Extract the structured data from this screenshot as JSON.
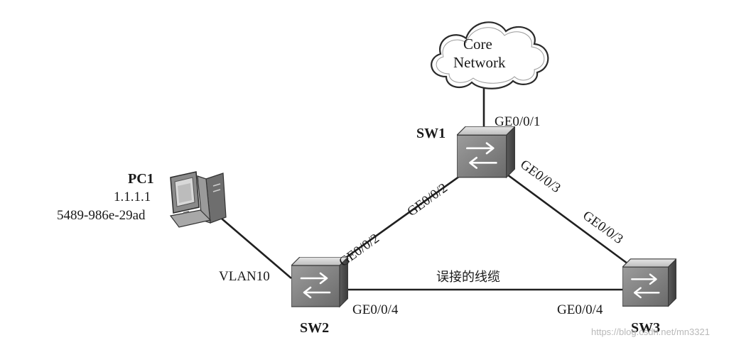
{
  "cloud": {
    "line1": "Core",
    "line2": "Network"
  },
  "devices": {
    "sw1": {
      "name": "SW1"
    },
    "sw2": {
      "name": "SW2"
    },
    "sw3": {
      "name": "SW3"
    },
    "pc1": {
      "name": "PC1",
      "ip": "1.1.1.1",
      "mac": "5489-986e-29ad"
    }
  },
  "ports": {
    "sw1_up": "GE0/0/1",
    "sw1_left": "GE0/0/2",
    "sw1_right": "GE0/0/3",
    "sw2_up": "GE0/0/2",
    "sw2_right": "GE0/0/4",
    "sw2_pc": "VLAN10",
    "sw3_up": "GE0/0/3",
    "sw3_left": "GE0/0/4"
  },
  "link_label": "误接的线缆",
  "watermark": "https://blog.csdn.net/mn3321"
}
